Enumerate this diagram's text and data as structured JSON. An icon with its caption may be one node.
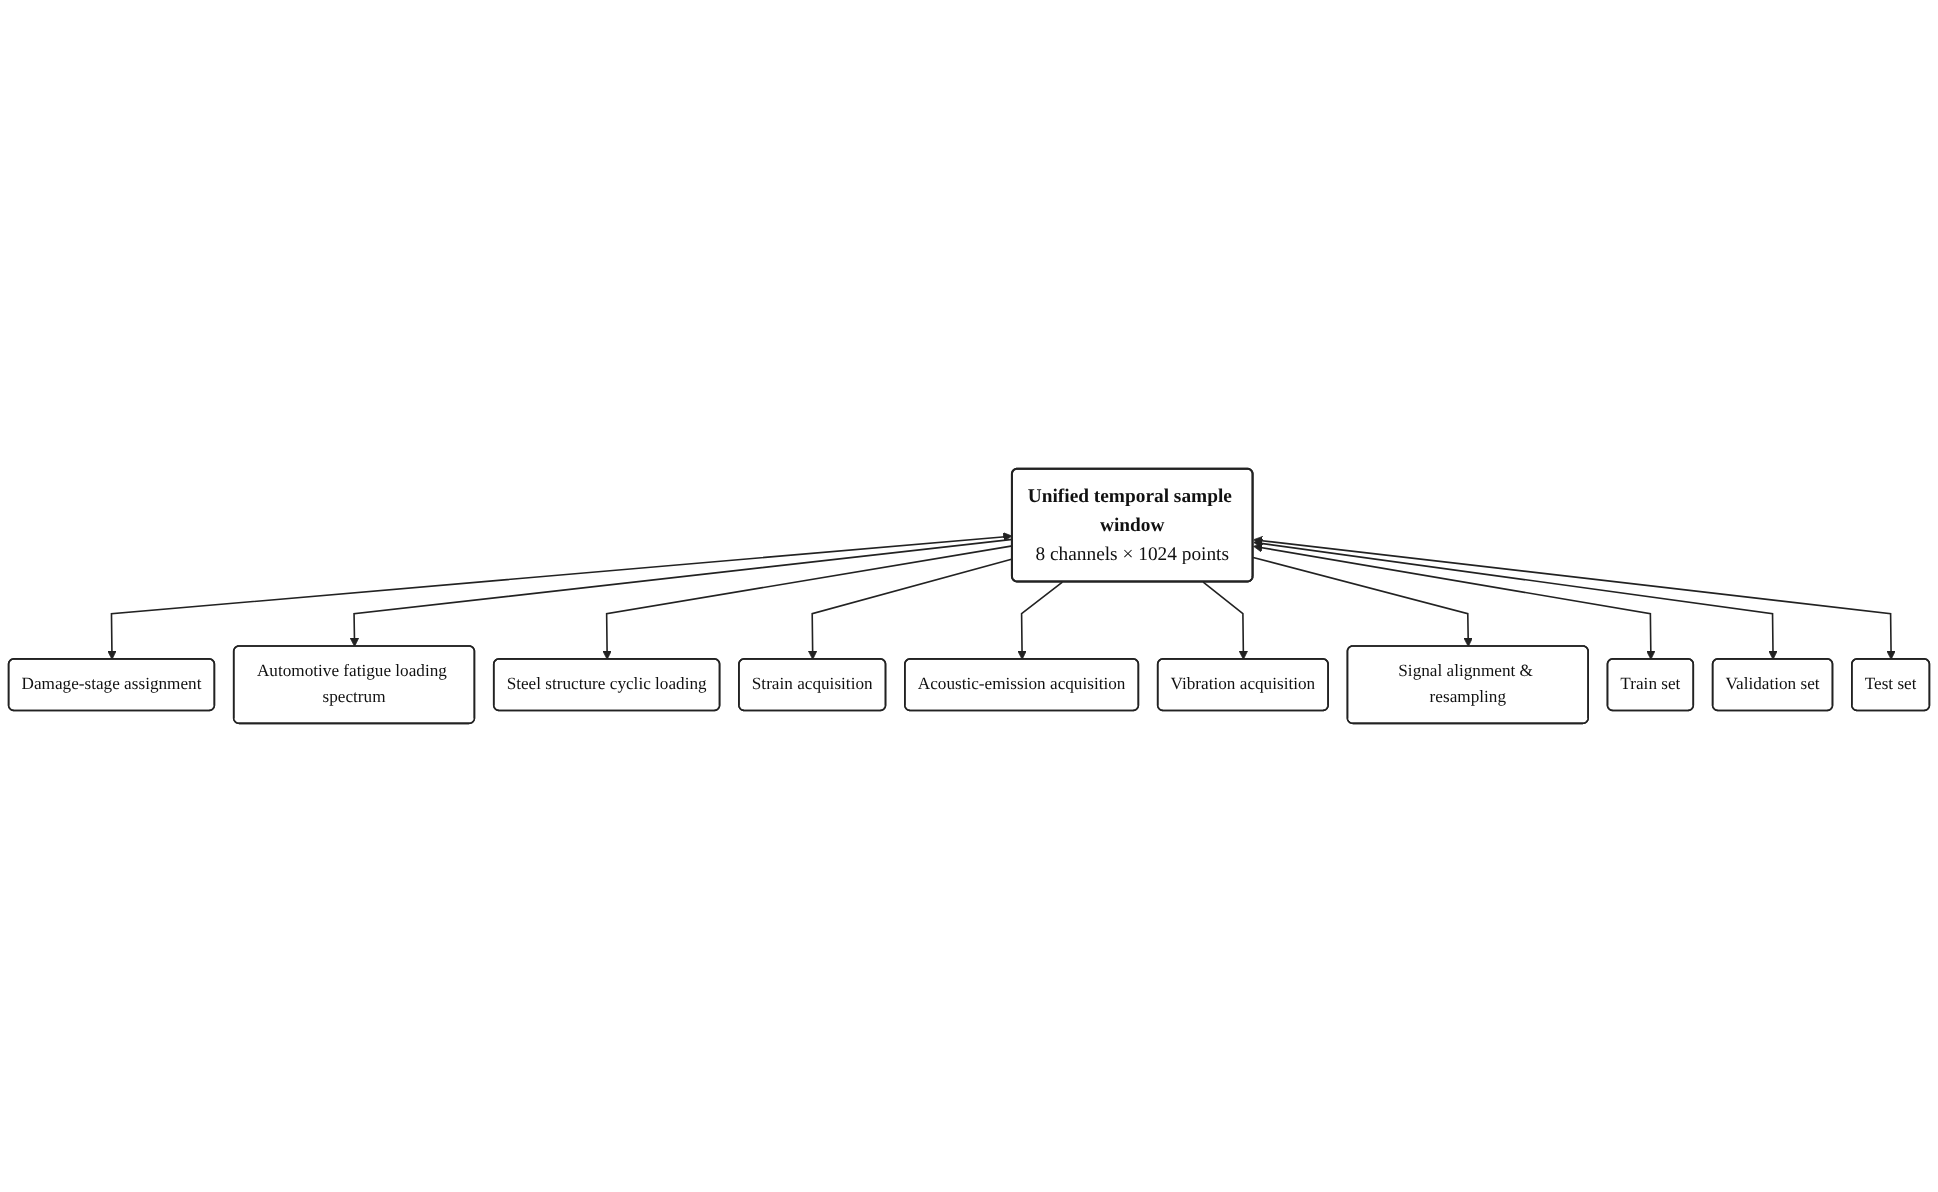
{
  "diagram": {
    "nodes": [
      {
        "text": [
          "Damage-stage assignment"
        ]
      },
      {
        "text": [
          "Automotive fatigue loading spectrum"
        ]
      },
      {
        "text": [
          "Steel structure cyclic loading"
        ]
      },
      {
        "text": [
          "Strain acquisition"
        ]
      },
      {
        "text": [
          "Unified temporal sample window",
          "8 channels × 1024 points"
        ]
      },
      {
        "text": [
          "Acoustic-emission acquisition"
        ]
      },
      {
        "text": [
          "Vibration acquisition"
        ]
      },
      {
        "text": [
          "Signal alignment & resampling"
        ]
      },
      {
        "text": [
          "Train set"
        ]
      },
      {
        "text": [
          "Validation set"
        ]
      },
      {
        "text": [
          "Test set"
        ]
      }
    ],
    "edges": [
      {
        "from": 4,
        "to": 0,
        "arrow": "both"
      },
      {
        "from": 4,
        "to": 1,
        "arrow": "to"
      },
      {
        "from": 4,
        "to": 2,
        "arrow": "to"
      },
      {
        "from": 4,
        "to": 3,
        "arrow": "to"
      },
      {
        "from": 4,
        "to": 5,
        "arrow": "to"
      },
      {
        "from": 4,
        "to": 6,
        "arrow": "to"
      },
      {
        "from": 4,
        "to": 7,
        "arrow": "to"
      },
      {
        "from": 4,
        "to": 8,
        "arrow": "both"
      },
      {
        "from": 4,
        "to": 9,
        "arrow": "both"
      },
      {
        "from": 4,
        "to": 10,
        "arrow": "both"
      }
    ]
  }
}
